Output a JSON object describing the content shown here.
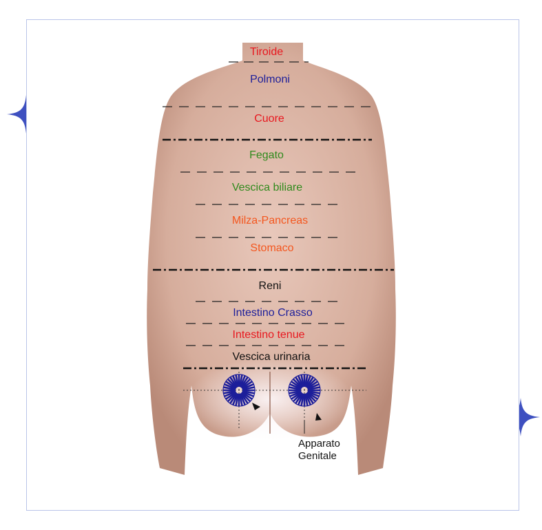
{
  "colors": {
    "red": "#e8171e",
    "blue": "#1c1e9a",
    "green": "#2f8a1c",
    "orange": "#f4561e",
    "black": "#111111",
    "star": "#3e50c0",
    "frame": "#b9c4e8",
    "skin": "#dcb6a6"
  },
  "zones": [
    {
      "label": "Tiroide",
      "color": "red"
    },
    {
      "label": "Polmoni",
      "color": "blue"
    },
    {
      "label": "Cuore",
      "color": "red"
    },
    {
      "label": "Fegato",
      "color": "green"
    },
    {
      "label": "Vescica biliare",
      "color": "green"
    },
    {
      "label": "Milza-Pancreas",
      "color": "orange"
    },
    {
      "label": "Stomaco",
      "color": "orange"
    },
    {
      "label": "Reni",
      "color": "black"
    },
    {
      "label": "Intestino Crasso",
      "color": "blue"
    },
    {
      "label": "Intestino tenue",
      "color": "red"
    },
    {
      "label": "Vescica urinaria",
      "color": "black"
    }
  ],
  "genital": {
    "line1": "Apparato",
    "line2": "Genitale"
  },
  "icons": {
    "decor_star": "four-point-star-icon",
    "target": "radial-target-icon",
    "pointer": "arrow-pointer-icon"
  }
}
